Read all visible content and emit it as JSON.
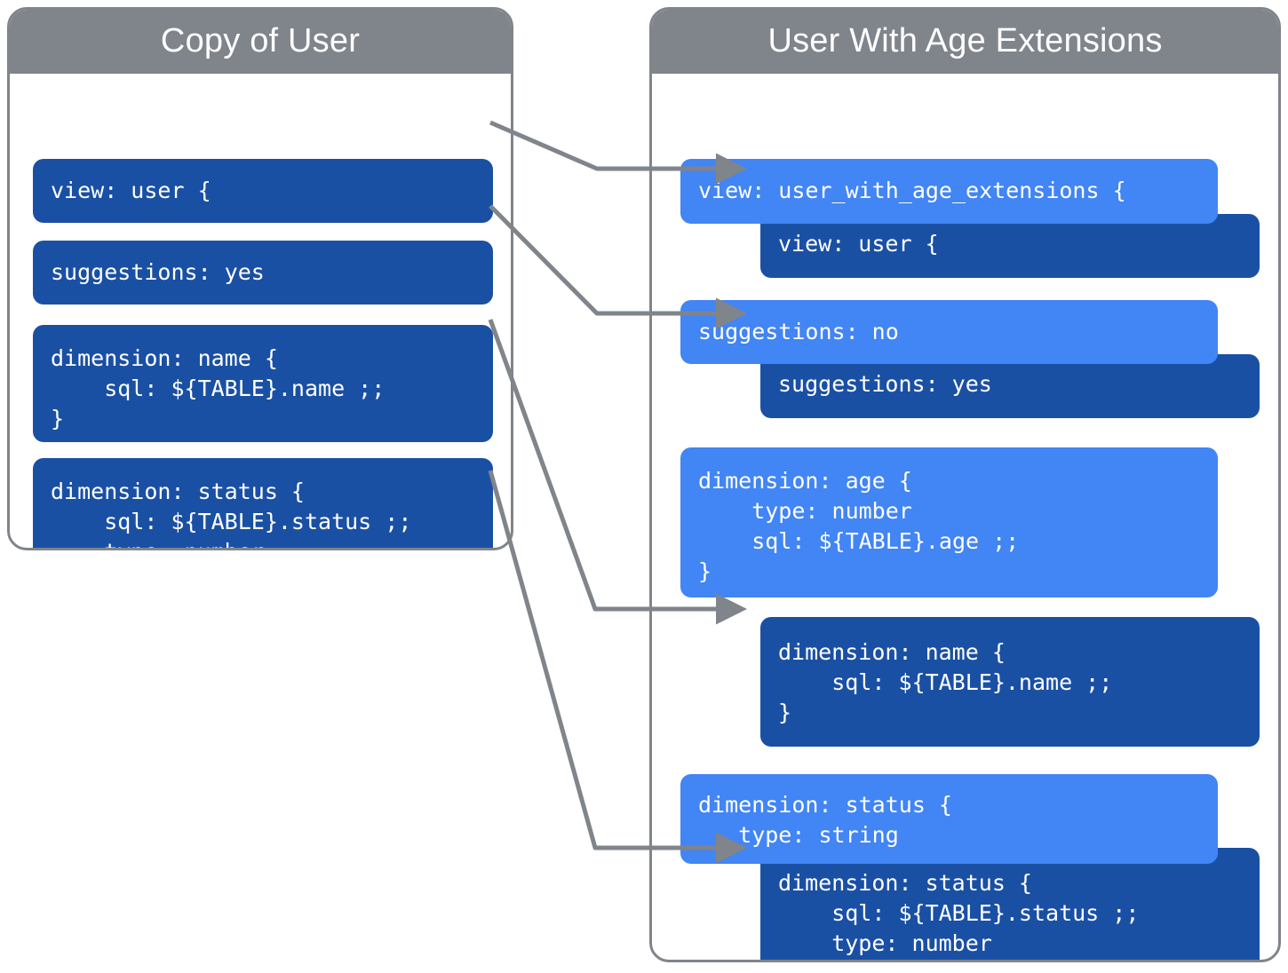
{
  "panels": {
    "left": {
      "title": "Copy of User",
      "blocks": [
        {
          "id": "view",
          "tone": "dark",
          "text": "view: user {"
        },
        {
          "id": "suggestions",
          "tone": "dark",
          "text": "suggestions: yes"
        },
        {
          "id": "dim_name",
          "tone": "dark",
          "text": "dimension: name {\n    sql: ${TABLE}.name ;;\n}"
        },
        {
          "id": "dim_status",
          "tone": "dark",
          "text": "dimension: status {\n    sql: ${TABLE}.status ;;\n    type: number\n}"
        }
      ]
    },
    "right": {
      "title": "User With Age Extensions",
      "blocks": [
        {
          "id": "view_ext",
          "tone": "light",
          "text": "view: user_with_age_extensions {"
        },
        {
          "id": "view_user",
          "tone": "dark",
          "text": "view: user {"
        },
        {
          "id": "sugg_no",
          "tone": "light",
          "text": "suggestions: no"
        },
        {
          "id": "sugg_yes",
          "tone": "dark",
          "text": "suggestions: yes"
        },
        {
          "id": "dim_age",
          "tone": "light",
          "text": "dimension: age {\n    type: number\n    sql: ${TABLE}.age ;;\n}"
        },
        {
          "id": "dim_name",
          "tone": "dark",
          "text": "dimension: name {\n    sql: ${TABLE}.name ;;\n}"
        },
        {
          "id": "dim_status_l",
          "tone": "light",
          "text": "dimension: status {\n   type: string"
        },
        {
          "id": "dim_status_d",
          "tone": "dark",
          "text": "dimension: status {\n    sql: ${TABLE}.status ;;\n    type: number\n}"
        }
      ]
    }
  },
  "connectors": [
    {
      "id": "view-to-view",
      "from": "left.view",
      "to": "right.view_user"
    },
    {
      "id": "suggestions-to-suggestions",
      "from": "left.suggestions",
      "to": "right.sugg_yes"
    },
    {
      "id": "dim-name-to-dim-name",
      "from": "left.dim_name",
      "to": "right.dim_name"
    },
    {
      "id": "dim-status-to-dim-status",
      "from": "left.dim_status",
      "to": "right.dim_status_d"
    }
  ],
  "colors": {
    "panel_border": "#80848b",
    "panel_header_bg": "#80848b",
    "header_text": "#ffffff",
    "block_dark": "#1a50a4",
    "block_light": "#4285f4",
    "block_text": "#ffffff",
    "connector": "#80848b",
    "background": "#ffffff"
  }
}
